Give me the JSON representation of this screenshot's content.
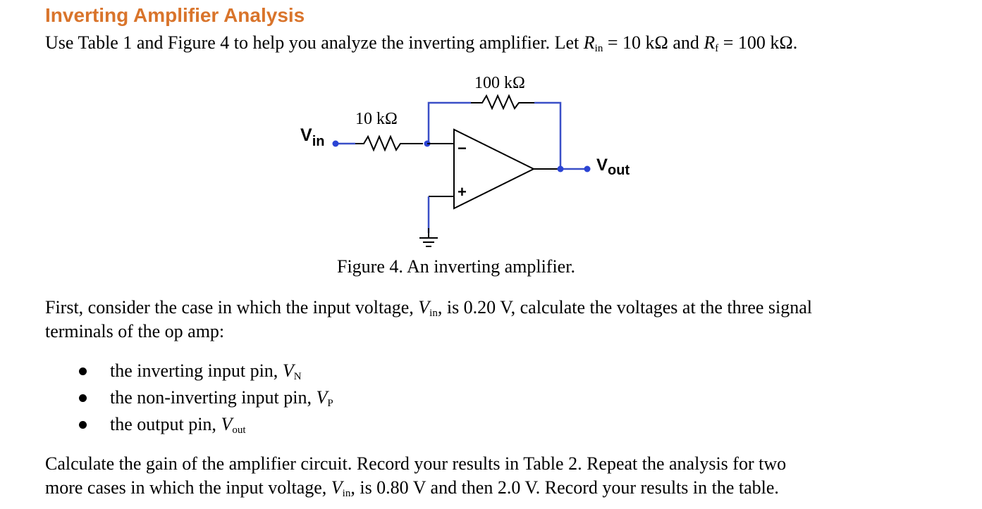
{
  "title": "Inverting Amplifier Analysis",
  "intro": {
    "text1": "Use Table 1 and Figure 4 to help you analyze the inverting amplifier. Let ",
    "rin_sym": "R",
    "rin_sub": "in",
    "text2": " = 10 kΩ and ",
    "rf_sym": "R",
    "rf_sub": "f",
    "text3": " = 100 kΩ."
  },
  "figure": {
    "rf_label": "100 kΩ",
    "rin_label": "10 kΩ",
    "vin_main": "V",
    "vin_sub": "in",
    "vout_main": "V",
    "vout_sub": "out",
    "minus_sign": "−",
    "plus_sign": "+",
    "caption": "Figure 4. An inverting amplifier.",
    "colors": {
      "wire": "#3a4fc7",
      "node": "#2b44d4",
      "component": "#000000"
    }
  },
  "case": {
    "line1_a": "First, consider the case in which the input voltage, ",
    "line1_sym": "V",
    "line1_sub": "in",
    "line1_b": ", is 0.20 V, calculate the voltages at the three signal",
    "line2": "terminals of the op amp:"
  },
  "bullets": [
    {
      "text": "the inverting input pin, ",
      "sym": "V",
      "sub": "N"
    },
    {
      "text": "the non-inverting input pin, ",
      "sym": "V",
      "sub": "P"
    },
    {
      "text": "the output pin, ",
      "sym": "V",
      "sub": "out"
    }
  ],
  "closing": {
    "line1": "Calculate the gain of the amplifier circuit. Record your results in Table 2. Repeat the analysis for two",
    "line2_a": "more cases in which the input voltage, ",
    "line2_sym": "V",
    "line2_sub": "in",
    "line2_b": ", is 0.80 V and then 2.0 V. Record your results in the table."
  },
  "colors": {
    "title": "#d9742b",
    "text": "#000000"
  }
}
